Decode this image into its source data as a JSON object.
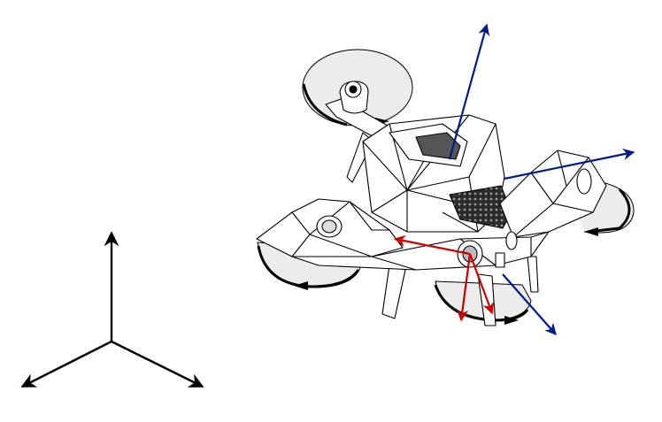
{
  "figure": {
    "background": "#ffffff",
    "line_color": "#000000",
    "prop_fill": "#ececec",
    "body_fill": "#ffffff",
    "mesh_fill": "#333333"
  },
  "world_frame": {
    "axis_color": "#000000",
    "axes": [
      {
        "id": "up",
        "direction": "vertical"
      },
      {
        "id": "left",
        "direction": "lower-left"
      },
      {
        "id": "right",
        "direction": "lower-right"
      }
    ]
  },
  "body_frame_arrows": {
    "color": "#001a8c",
    "arrows": [
      {
        "id": "body-z",
        "direction": "up"
      },
      {
        "id": "body-x",
        "direction": "right"
      },
      {
        "id": "body-y",
        "direction": "lower-right"
      }
    ]
  },
  "camera_frame_arrows": {
    "color": "#cc0000",
    "arrows": [
      {
        "id": "cam-left",
        "direction": "left"
      },
      {
        "id": "cam-down",
        "direction": "down"
      },
      {
        "id": "cam-down-right",
        "direction": "lower-right"
      }
    ]
  },
  "propellers": [
    {
      "id": "back-left",
      "spin_icon": "rotation-arrow-icon"
    },
    {
      "id": "right",
      "spin_icon": "rotation-arrow-icon"
    },
    {
      "id": "front-left",
      "spin_icon": "rotation-arrow-icon"
    },
    {
      "id": "front-right",
      "spin_icon": "rotation-arrow-icon"
    }
  ]
}
